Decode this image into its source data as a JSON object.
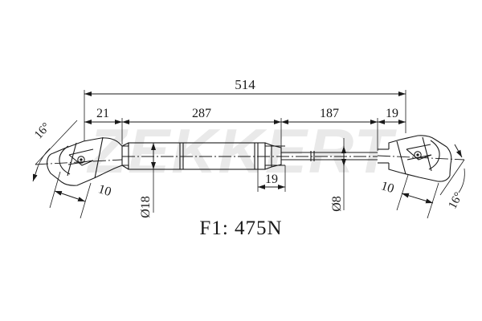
{
  "drawing": {
    "type": "gas-spring-technical-drawing",
    "background_color": "#ffffff",
    "line_color": "#1a1a1a",
    "watermark": {
      "text": "ZEKKERT",
      "color": "#e9e9e9"
    },
    "force_label": "F1:  475N",
    "dimensions": {
      "overall": "514",
      "eye_left": "21",
      "cylinder": "287",
      "rod": "187",
      "eye_right": "19",
      "end_cap": "19",
      "cylinder_dia": "Ø18",
      "rod_dia": "Ø8",
      "eye_left_width": "10",
      "eye_right_width": "10",
      "angle_left": "16°",
      "angle_right": "16°"
    }
  }
}
